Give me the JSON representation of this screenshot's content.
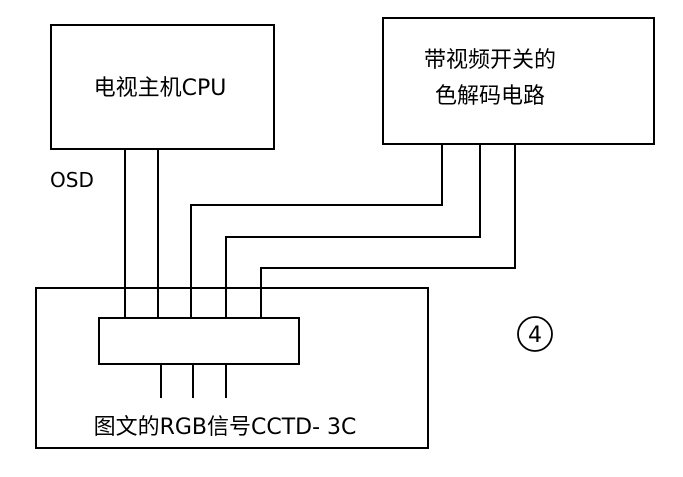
{
  "diagram": {
    "cpu_box_label": "电视主机CPU",
    "decoder_box_label_line1": "带视频开关的",
    "decoder_box_label_line2": "色解码电路",
    "osd_label": "OSD",
    "bottom_label": "图文的RGB信号CCTD- 3C",
    "circle_number": "④"
  },
  "colors": {
    "stroke": "#000000",
    "background": "#ffffff"
  }
}
